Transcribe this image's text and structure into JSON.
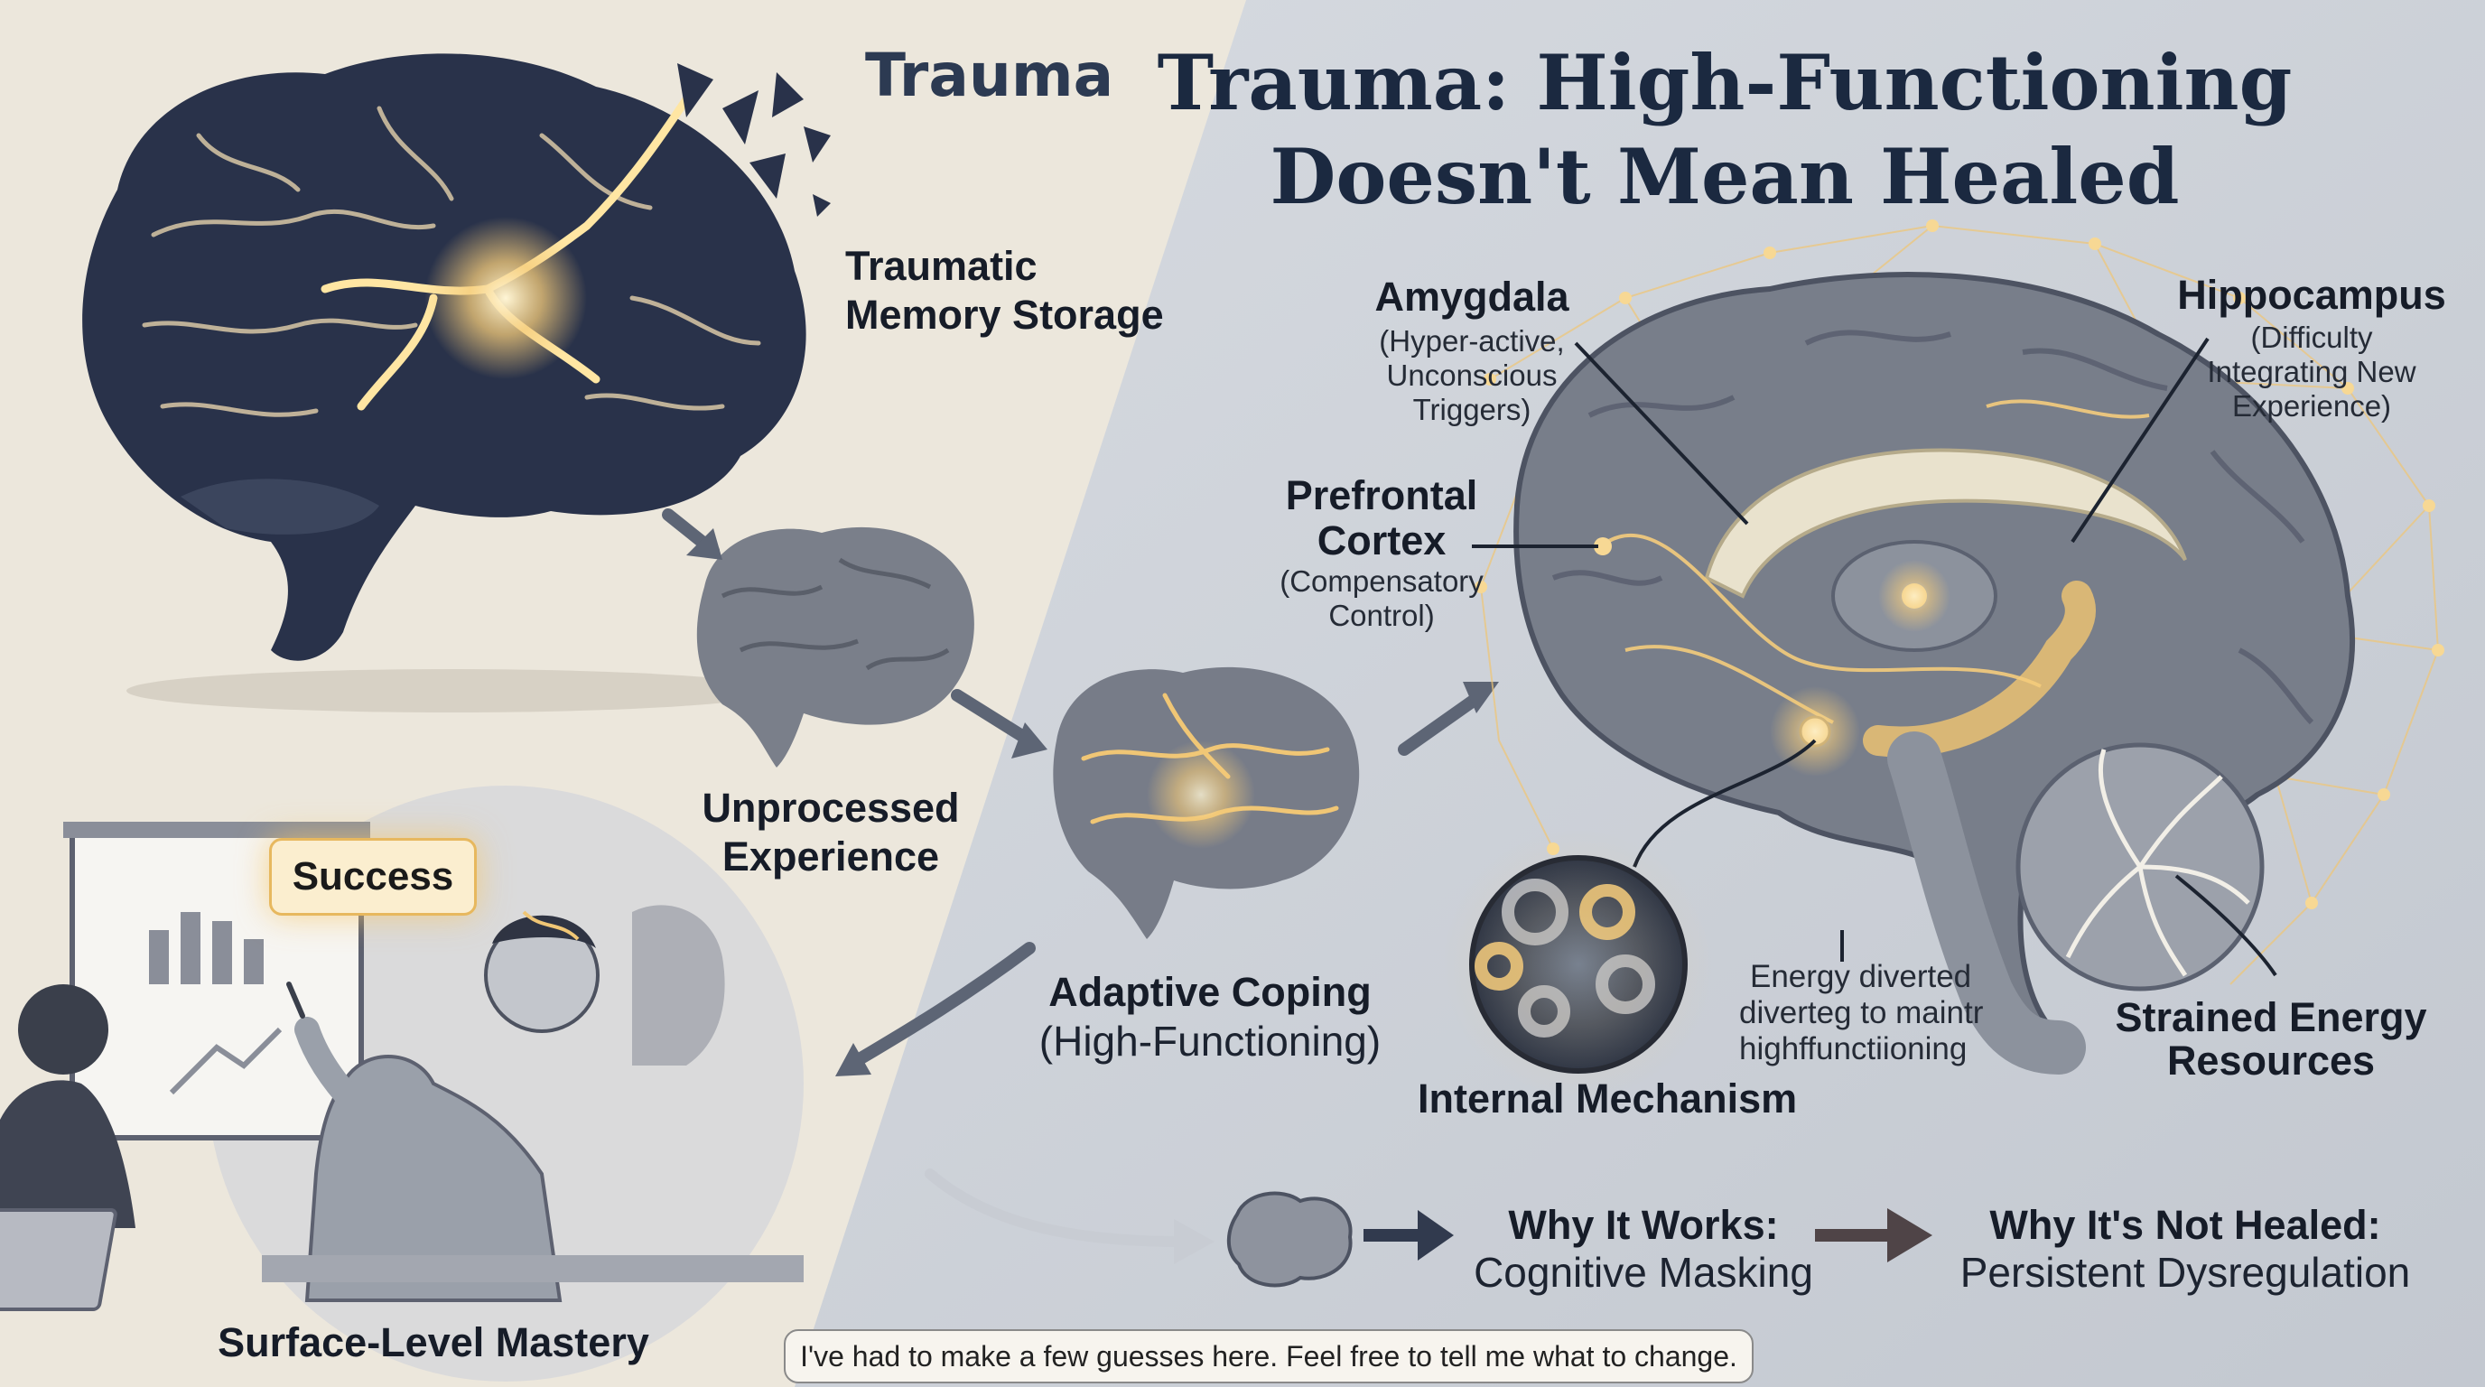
{
  "title": {
    "prefix": "Trauma",
    "line1": "Trauma: High-Functioning",
    "line2": "Doesn't Mean Healed"
  },
  "labels": {
    "traumatic_memory": [
      "Traumatic",
      "Memory Storage"
    ],
    "unprocessed": [
      "Unprocessed",
      "Experience"
    ],
    "adaptive_title": "Adaptive Coping",
    "adaptive_sub": "(High-Functioning)",
    "surface": "Surface-Level Mastery",
    "success": "Success"
  },
  "regions": {
    "amygdala": {
      "title": "Amygdala",
      "desc": [
        "(Hyper-active,",
        "Unconscious",
        "Triggers)"
      ]
    },
    "hippocampus": {
      "title": "Hippocampus",
      "desc": [
        "(Difficulty",
        "Integrating New",
        "Experience)"
      ]
    },
    "prefrontal": {
      "title": [
        "Prefrontal",
        "Cortex"
      ],
      "desc": [
        "(Compensatory",
        "Control)"
      ]
    },
    "internal": {
      "title": "Internal Mechanism"
    },
    "energy_note": [
      "Energy diverted",
      "diverteg to maintr",
      "highffunctiioning"
    ],
    "strained": [
      "Strained Energy",
      "Resources"
    ]
  },
  "flow": {
    "works_title": "Why It Works:",
    "works_desc": "Cognitive Masking",
    "notheal_title": "Why It's Not Healed:",
    "notheal_desc": "Persistent Dysregulation"
  },
  "note": "I've had to make a few guesses here. Feel free to tell me what to change.",
  "colors": {
    "left_bg": "#ece7dc",
    "right_bg": "#cdd2d9",
    "navy": "#1b2940",
    "dark_brain": "#2a3349",
    "glow": "#f2c878",
    "grey_brain": "#7b808b",
    "light_grey": "#b9bcc3"
  }
}
